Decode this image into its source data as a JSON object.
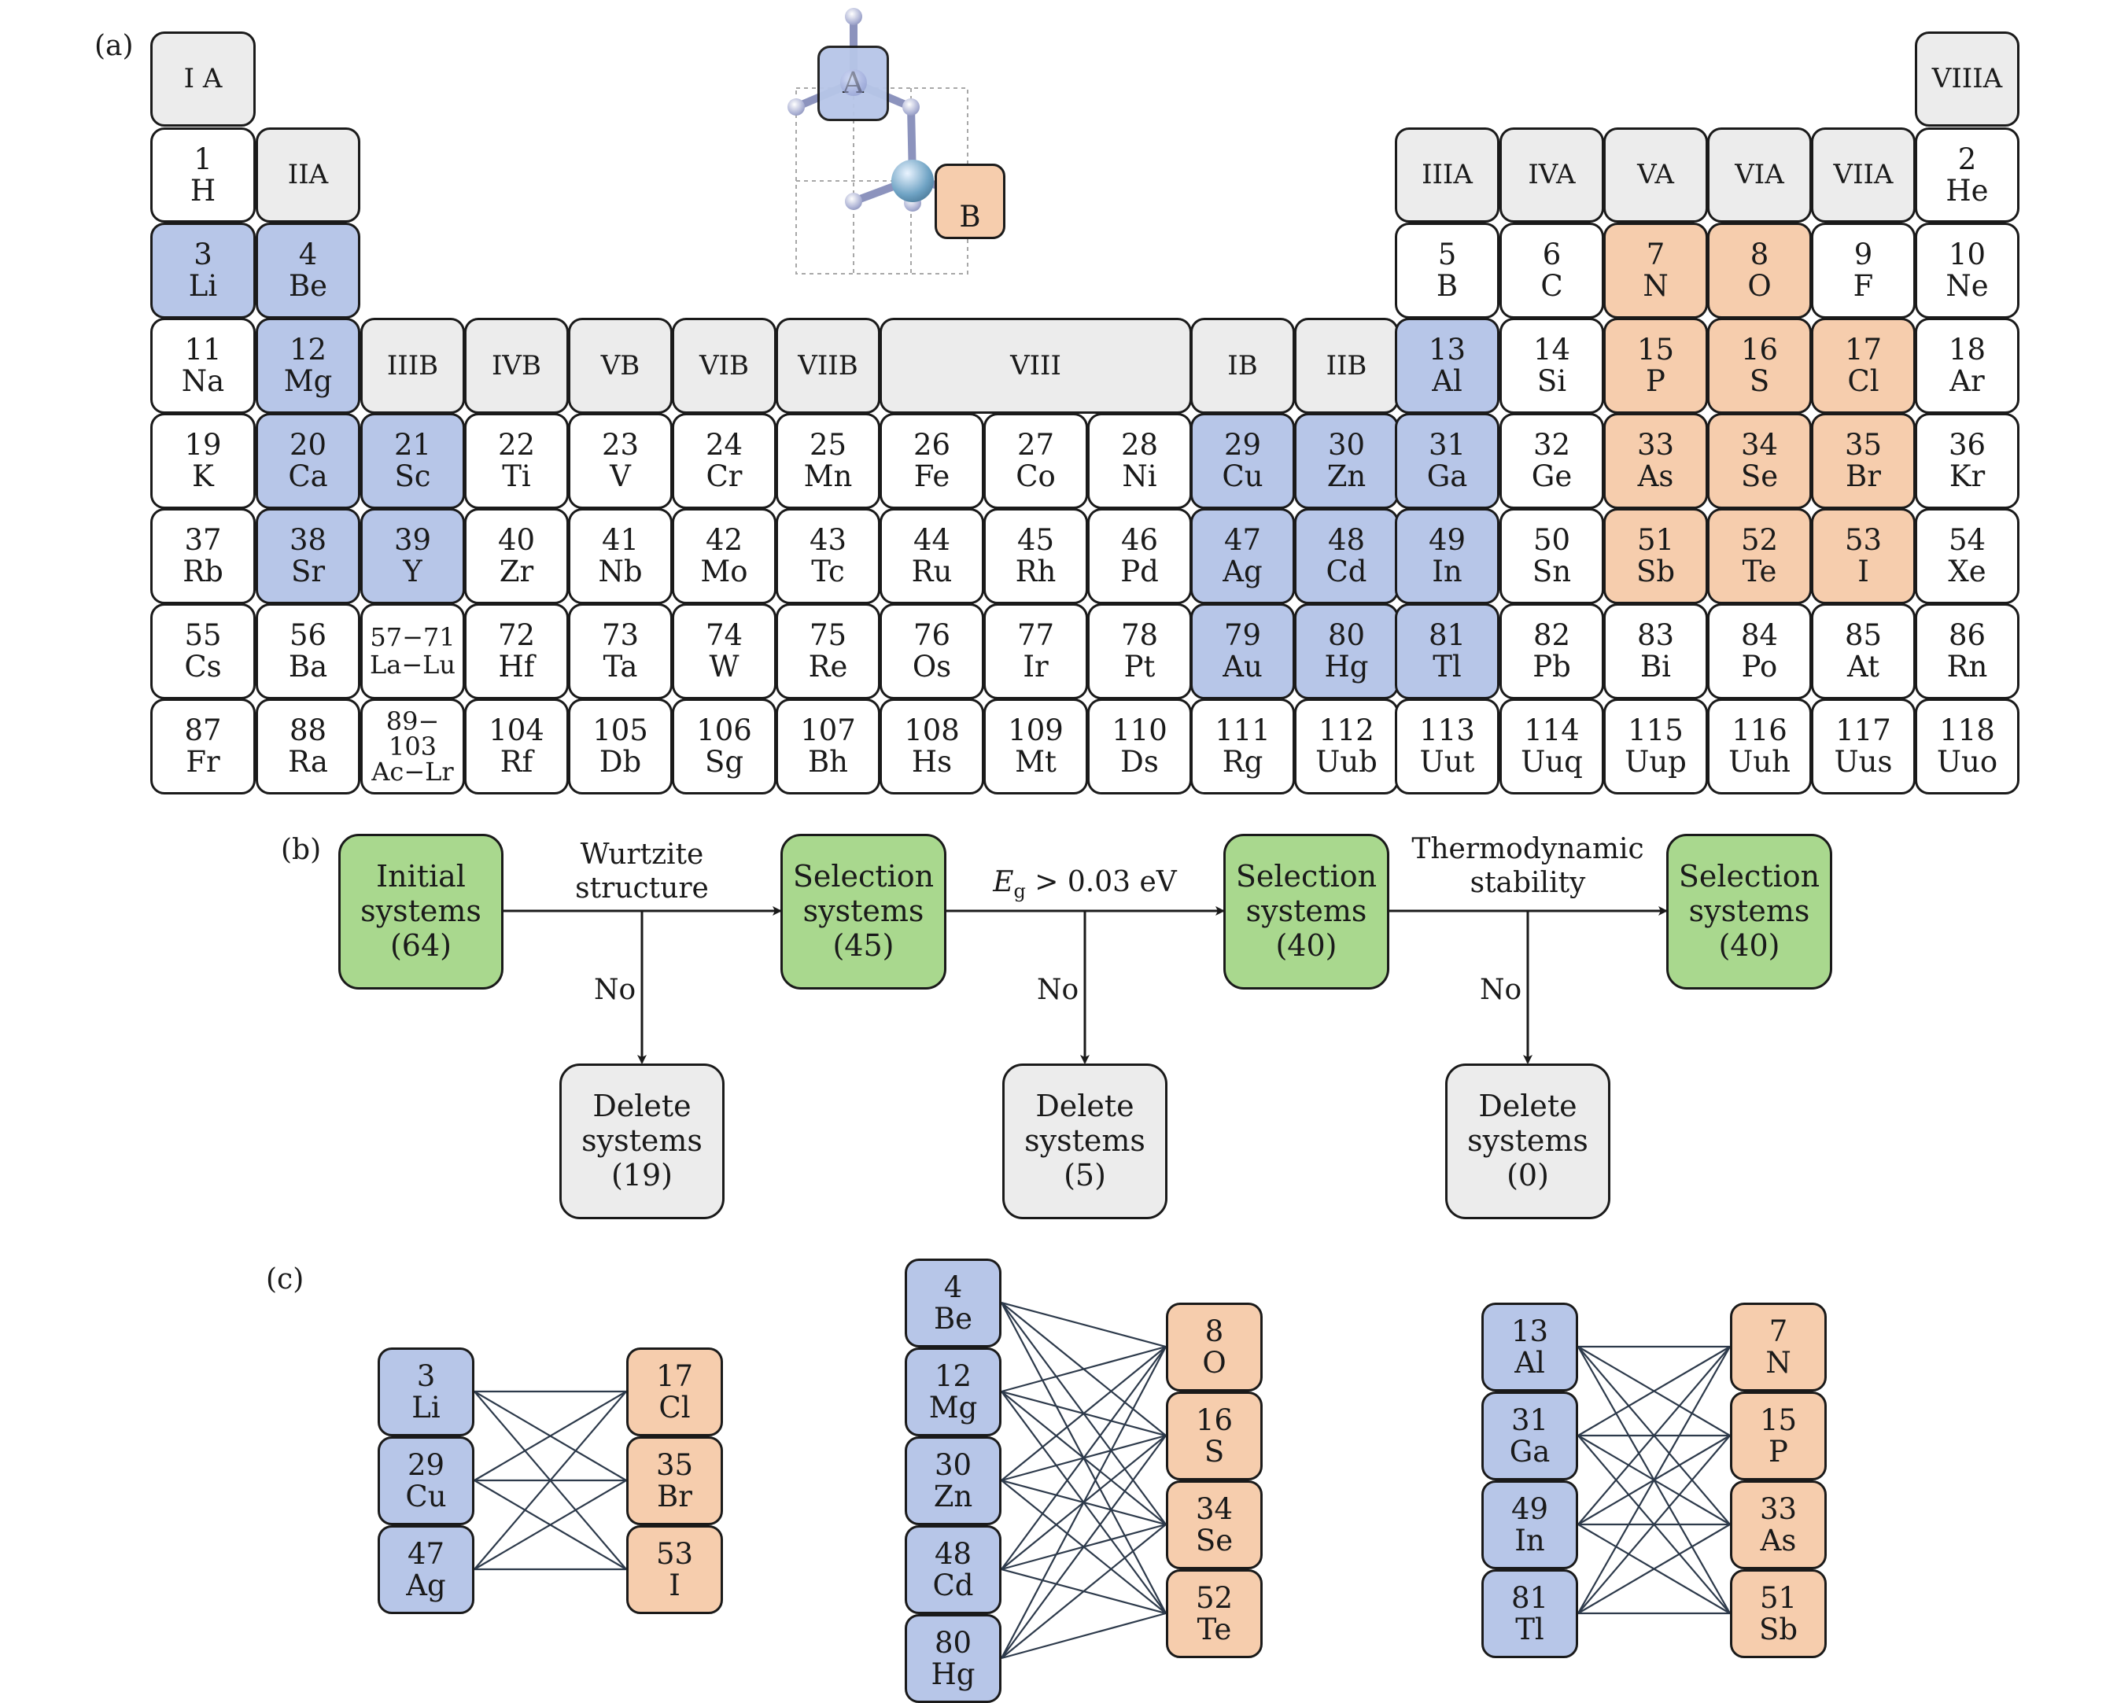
{
  "panel_labels": {
    "a": "(a)",
    "b": "(b)",
    "c": "(c)"
  },
  "legend_colors": {
    "A_site": "#b7c6e8",
    "B_site": "#f6cdad",
    "selection": "#a9d88e",
    "neutral": "#ececec"
  },
  "structure_icon": {
    "a_label": "A",
    "b_label": "B"
  },
  "group_headers": {
    "IA": "I A",
    "IIA": "IIA",
    "IIIB": "IIIB",
    "IVB": "IVB",
    "VB": "VB",
    "VIB": "VIB",
    "VIIB": "VIIB",
    "VIII": "VIII",
    "IB": "IB",
    "IIB": "IIB",
    "IIIA": "IIIA",
    "IVA": "IVA",
    "VA": "VA",
    "VIA": "VIA",
    "VIIA": "VIIA",
    "VIIIA": "VIIIA"
  },
  "elements": {
    "H": {
      "num": "1",
      "sym": "H"
    },
    "He": {
      "num": "2",
      "sym": "He"
    },
    "Li": {
      "num": "3",
      "sym": "Li"
    },
    "Be": {
      "num": "4",
      "sym": "Be"
    },
    "B": {
      "num": "5",
      "sym": "B"
    },
    "C": {
      "num": "6",
      "sym": "C"
    },
    "N": {
      "num": "7",
      "sym": "N"
    },
    "O": {
      "num": "8",
      "sym": "O"
    },
    "F": {
      "num": "9",
      "sym": "F"
    },
    "Ne": {
      "num": "10",
      "sym": "Ne"
    },
    "Na": {
      "num": "11",
      "sym": "Na"
    },
    "Mg": {
      "num": "12",
      "sym": "Mg"
    },
    "Al": {
      "num": "13",
      "sym": "Al"
    },
    "Si": {
      "num": "14",
      "sym": "Si"
    },
    "P": {
      "num": "15",
      "sym": "P"
    },
    "S": {
      "num": "16",
      "sym": "S"
    },
    "Cl": {
      "num": "17",
      "sym": "Cl"
    },
    "Ar": {
      "num": "18",
      "sym": "Ar"
    },
    "K": {
      "num": "19",
      "sym": "K"
    },
    "Ca": {
      "num": "20",
      "sym": "Ca"
    },
    "Sc": {
      "num": "21",
      "sym": "Sc"
    },
    "Ti": {
      "num": "22",
      "sym": "Ti"
    },
    "V": {
      "num": "23",
      "sym": "V"
    },
    "Cr": {
      "num": "24",
      "sym": "Cr"
    },
    "Mn": {
      "num": "25",
      "sym": "Mn"
    },
    "Fe": {
      "num": "26",
      "sym": "Fe"
    },
    "Co": {
      "num": "27",
      "sym": "Co"
    },
    "Ni": {
      "num": "28",
      "sym": "Ni"
    },
    "Cu": {
      "num": "29",
      "sym": "Cu"
    },
    "Zn": {
      "num": "30",
      "sym": "Zn"
    },
    "Ga": {
      "num": "31",
      "sym": "Ga"
    },
    "Ge": {
      "num": "32",
      "sym": "Ge"
    },
    "As": {
      "num": "33",
      "sym": "As"
    },
    "Se": {
      "num": "34",
      "sym": "Se"
    },
    "Br": {
      "num": "35",
      "sym": "Br"
    },
    "Kr": {
      "num": "36",
      "sym": "Kr"
    },
    "Rb": {
      "num": "37",
      "sym": "Rb"
    },
    "Sr": {
      "num": "38",
      "sym": "Sr"
    },
    "Y": {
      "num": "39",
      "sym": "Y"
    },
    "Zr": {
      "num": "40",
      "sym": "Zr"
    },
    "Nb": {
      "num": "41",
      "sym": "Nb"
    },
    "Mo": {
      "num": "42",
      "sym": "Mo"
    },
    "Tc": {
      "num": "43",
      "sym": "Tc"
    },
    "Ru": {
      "num": "44",
      "sym": "Ru"
    },
    "Rh": {
      "num": "45",
      "sym": "Rh"
    },
    "Pd": {
      "num": "46",
      "sym": "Pd"
    },
    "Ag": {
      "num": "47",
      "sym": "Ag"
    },
    "Cd": {
      "num": "48",
      "sym": "Cd"
    },
    "In": {
      "num": "49",
      "sym": "In"
    },
    "Sn": {
      "num": "50",
      "sym": "Sn"
    },
    "Sb": {
      "num": "51",
      "sym": "Sb"
    },
    "Te": {
      "num": "52",
      "sym": "Te"
    },
    "I": {
      "num": "53",
      "sym": "I"
    },
    "Xe": {
      "num": "54",
      "sym": "Xe"
    },
    "Cs": {
      "num": "55",
      "sym": "Cs"
    },
    "Ba": {
      "num": "56",
      "sym": "Ba"
    },
    "LaLu": {
      "num": "57−71",
      "sym": "La−Lu"
    },
    "Hf": {
      "num": "72",
      "sym": "Hf"
    },
    "Ta": {
      "num": "73",
      "sym": "Ta"
    },
    "W": {
      "num": "74",
      "sym": "W"
    },
    "Re": {
      "num": "75",
      "sym": "Re"
    },
    "Os": {
      "num": "76",
      "sym": "Os"
    },
    "Ir": {
      "num": "77",
      "sym": "Ir"
    },
    "Pt": {
      "num": "78",
      "sym": "Pt"
    },
    "Au": {
      "num": "79",
      "sym": "Au"
    },
    "Hg": {
      "num": "80",
      "sym": "Hg"
    },
    "Tl": {
      "num": "81",
      "sym": "Tl"
    },
    "Pb": {
      "num": "82",
      "sym": "Pb"
    },
    "Bi": {
      "num": "83",
      "sym": "Bi"
    },
    "Po": {
      "num": "84",
      "sym": "Po"
    },
    "At": {
      "num": "85",
      "sym": "At"
    },
    "Rn": {
      "num": "86",
      "sym": "Rn"
    },
    "Fr": {
      "num": "87",
      "sym": "Fr"
    },
    "Ra": {
      "num": "88",
      "sym": "Ra"
    },
    "AcLr": {
      "num_line1": "89−",
      "num_line2": "103",
      "sym": "Ac−Lr"
    },
    "Rf": {
      "num": "104",
      "sym": "Rf"
    },
    "Db": {
      "num": "105",
      "sym": "Db"
    },
    "Sg": {
      "num": "106",
      "sym": "Sg"
    },
    "Bh": {
      "num": "107",
      "sym": "Bh"
    },
    "Hs": {
      "num": "108",
      "sym": "Hs"
    },
    "Mt": {
      "num": "109",
      "sym": "Mt"
    },
    "Ds": {
      "num": "110",
      "sym": "Ds"
    },
    "Rg": {
      "num": "111",
      "sym": "Rg"
    },
    "Uub": {
      "num": "112",
      "sym": "Uub"
    },
    "Uut": {
      "num": "113",
      "sym": "Uut"
    },
    "Uuq": {
      "num": "114",
      "sym": "Uuq"
    },
    "Uup": {
      "num": "115",
      "sym": "Uup"
    },
    "Uuh": {
      "num": "116",
      "sym": "Uuh"
    },
    "Uus": {
      "num": "117",
      "sym": "Uus"
    },
    "Uuo": {
      "num": "118",
      "sym": "Uuo"
    }
  },
  "flowchart": {
    "initial": {
      "line1": "Initial",
      "line2": "systems",
      "count": "(64)"
    },
    "sel1": {
      "line1": "Selection",
      "line2": "systems",
      "count": "(45)"
    },
    "sel2": {
      "line1": "Selection",
      "line2": "systems",
      "count": "(40)"
    },
    "sel3": {
      "line1": "Selection",
      "line2": "systems",
      "count": "(40)"
    },
    "del1": {
      "line1": "Delete",
      "line2": "systems",
      "count": "(19)"
    },
    "del2": {
      "line1": "Delete",
      "line2": "systems",
      "count": "(5)"
    },
    "del3": {
      "line1": "Delete",
      "line2": "systems",
      "count": "(0)"
    },
    "criterion1": {
      "line1": "Wurtzite",
      "line2": "structure"
    },
    "criterion2": {
      "prefix": "E",
      "subscript": "g",
      "suffix": " > 0.03 eV"
    },
    "criterion3": {
      "line1": "Thermodynamic",
      "line2": "stability"
    },
    "no_label": "No"
  }
}
